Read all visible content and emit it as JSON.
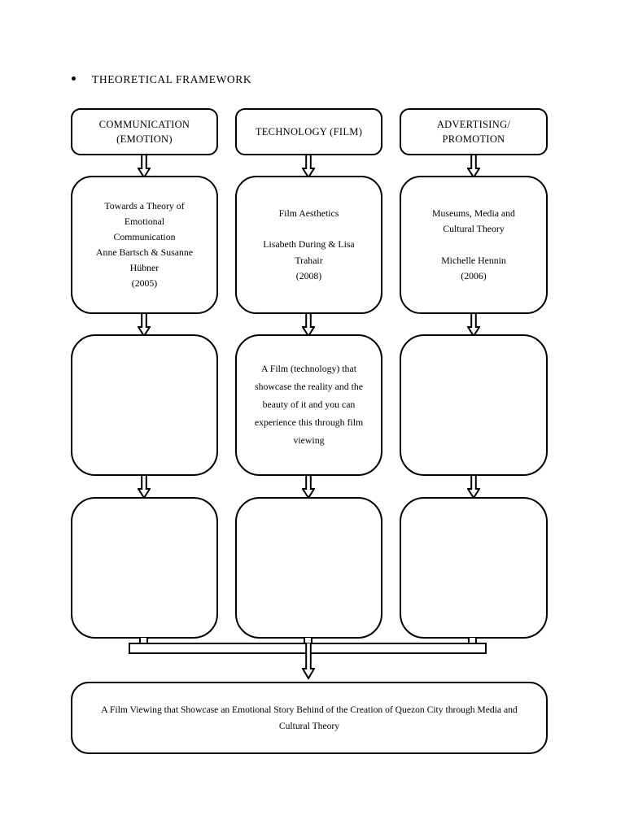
{
  "heading": {
    "bullet_icon": "bullet-dot-icon",
    "text": "THEORETICAL FRAMEWORK"
  },
  "columns": [
    {
      "id": "communication",
      "header": "COMMUNICATION\n(EMOTION)",
      "header_lines": [
        "COMMUNICATION",
        "(EMOTION)"
      ],
      "citation_lines": [
        "Towards a Theory of",
        "Emotional",
        "Communication",
        "Anne Bartsch & Susanne",
        "Hübner",
        "(2005)"
      ],
      "row3_text": "",
      "row4_text": ""
    },
    {
      "id": "technology",
      "header": "TECHNOLOGY (FILM)",
      "header_lines": [
        "TECHNOLOGY (FILM)"
      ],
      "citation_lines": [
        "Film Aesthetics",
        "",
        "Lisabeth During & Lisa",
        "Trahair",
        "(2008)"
      ],
      "row3_text": "A Film (technology) that showcase the reality and the beauty of it and you can experience this through film viewing",
      "row4_text": ""
    },
    {
      "id": "advertising",
      "header": "ADVERTISING/\nPROMOTION",
      "header_lines": [
        "ADVERTISING/",
        "PROMOTION"
      ],
      "citation_lines": [
        "Museums, Media and",
        "Cultural Theory",
        "",
        "Michelle Hennin",
        "(2006)"
      ],
      "row3_text": "",
      "row4_text": ""
    }
  ],
  "conclusion": {
    "text": "A Film Viewing that Showcase an Emotional Story Behind of the Creation of Quezon City through Media and Cultural Theory"
  },
  "connectors": {
    "arrow_icon": "arrow-down-icon",
    "collector_name": "collector-bar"
  },
  "colors": {
    "stroke": "#000000",
    "background": "#ffffff"
  }
}
